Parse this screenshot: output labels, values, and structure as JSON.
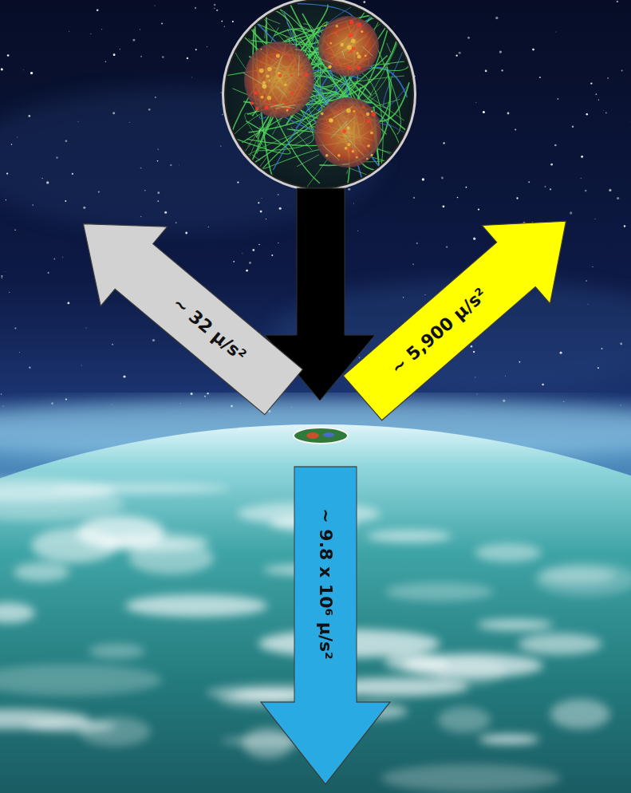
{
  "diagram": {
    "nodes": [
      {
        "text": [
          "~ 32 μ/s²"
        ]
      },
      {
        "text": [
          "~ 5,900 μ/s²"
        ]
      },
      {
        "text": [
          "~ 9.8 x 10⁶ μ/s²"
        ]
      }
    ]
  }
}
